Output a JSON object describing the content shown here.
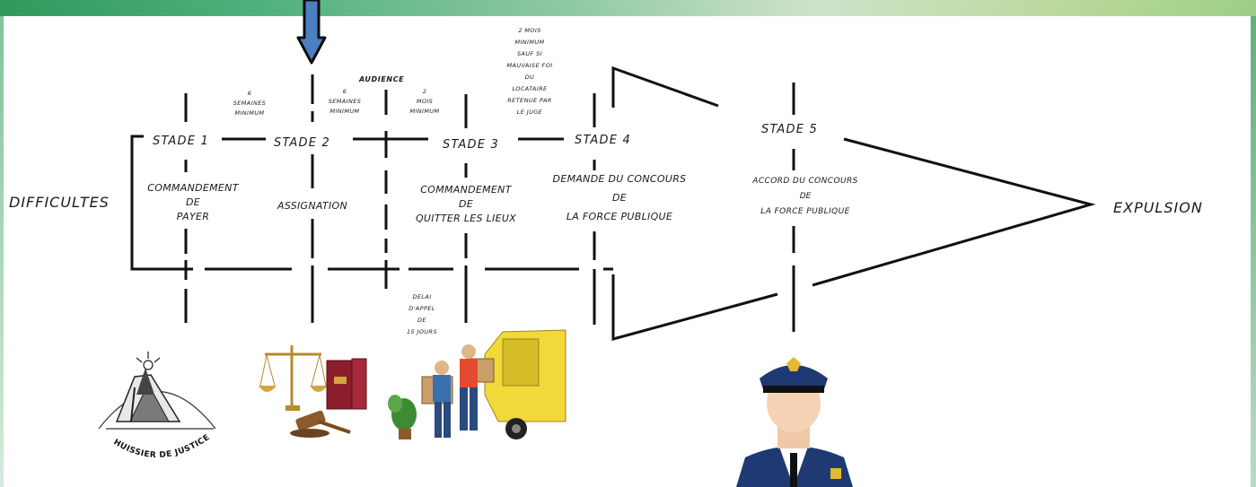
{
  "diagram": {
    "difficultes": "DIFFICULTES",
    "expulsion": "EXPULSION",
    "audience": "AUDIENCE",
    "stages": [
      {
        "name": "STADE 1",
        "action": [
          "COMMANDEMENT",
          "DE",
          "PAYER"
        ]
      },
      {
        "name": "STADE 2",
        "action": [
          "ASSIGNATION"
        ]
      },
      {
        "name": "STADE 3",
        "action": [
          "COMMANDEMENT",
          "DE",
          "QUITTER LES LIEUX"
        ]
      },
      {
        "name": "STADE 4",
        "action": [
          "DEMANDE DU CONCOURS",
          "DE",
          "LA FORCE PUBLIQUE"
        ]
      },
      {
        "name": "STADE 5",
        "action": [
          "ACCORD DU CONCOURS",
          "DE",
          "LA FORCE PUBLIQUE"
        ]
      }
    ],
    "delays": [
      [
        "6",
        "SEMAINES",
        "MINIMUM"
      ],
      [
        "6",
        "SEMAINES",
        "MINIMUM"
      ],
      [
        "2",
        "MOIS",
        "MINIMUM"
      ],
      [
        "2 MOIS",
        "MINIMUM",
        "SAUF SI",
        "MAUVAISE FOI",
        "DU",
        "LOCATAIRE",
        "RETENUE PAR",
        "LE JUGE"
      ]
    ],
    "appeal": [
      "DELAI",
      "D'APPEL",
      "DE",
      "15 JOURS"
    ],
    "huissier_caption": "HUISSIER DE JUSTICE"
  },
  "colors": {
    "arrow_fill": "#4a7fc0",
    "police_uniform": "#1f3a73",
    "truck": "#f2d93a",
    "gavel": "#8a5a2b",
    "book": "#8b1e2b"
  },
  "icons": [
    "down-arrow-icon",
    "huissier-logo-icon",
    "justice-scales-icon",
    "movers-truck-icon",
    "police-officer-icon"
  ]
}
